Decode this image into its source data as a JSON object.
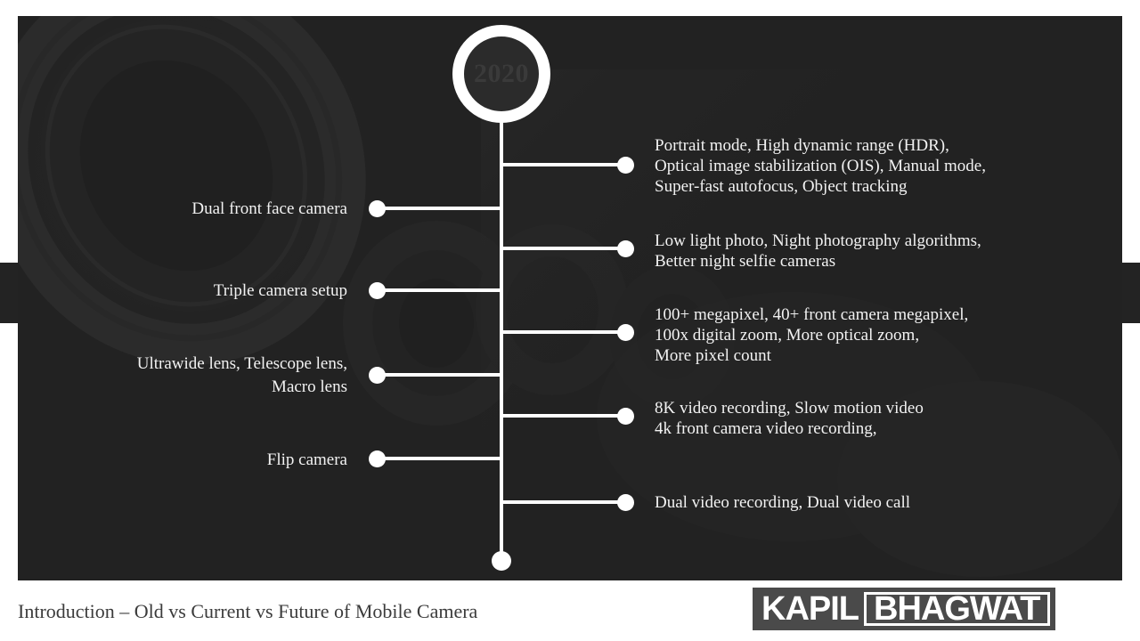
{
  "slide": {
    "year_label": "2020",
    "footer_title": "Introduction – Old vs Current vs Future of Mobile Camera",
    "logo": {
      "part_one": "KAPIL",
      "part_two": "BHAGWAT"
    }
  },
  "timeline": {
    "left_items": [
      {
        "label": "Dual front face camera"
      },
      {
        "label": "Triple camera setup"
      },
      {
        "label": "Ultrawide lens, Telescope lens,\nMacro lens"
      },
      {
        "label": "Flip camera"
      }
    ],
    "right_items": [
      {
        "label": "Portrait mode, High dynamic range (HDR),\nOptical image stabilization (OIS), Manual mode,\nSuper-fast autofocus, Object tracking"
      },
      {
        "label": "Low light photo, Night photography algorithms,\nBetter night selfie cameras"
      },
      {
        "label": "100+ megapixel, 40+ front camera megapixel,\n100x digital zoom, More optical zoom,\nMore pixel count"
      },
      {
        "label": "8K video recording, Slow motion video\n4k front camera video recording,"
      },
      {
        "label": "Dual video recording, Dual video call"
      }
    ]
  },
  "colors": {
    "stage_background": "#232323",
    "accent": "#ffffff",
    "text_light": "#f2f2f2",
    "footer_text": "#3b3b3b",
    "logo_background": "#4a4a4a"
  }
}
